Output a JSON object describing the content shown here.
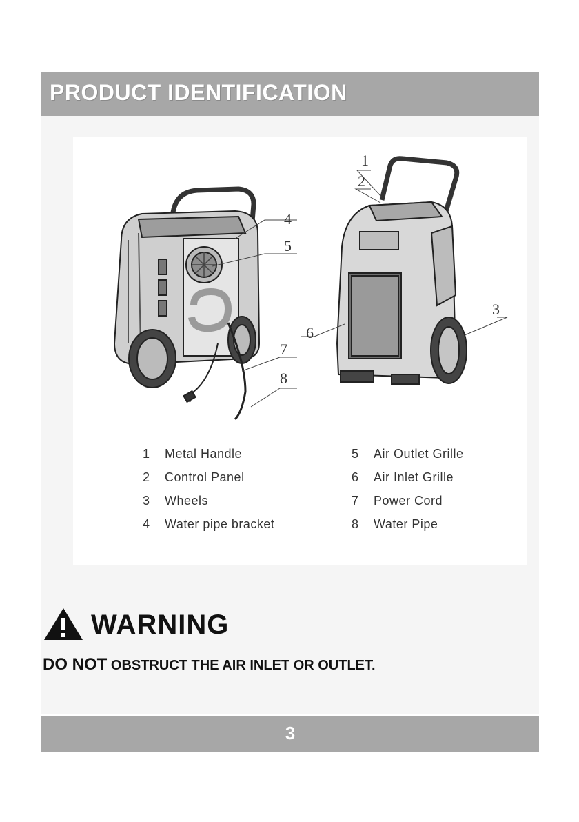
{
  "header": {
    "title": "PRODUCT IDENTIFICATION"
  },
  "figure": {
    "callouts": [
      "1",
      "2",
      "3",
      "4",
      "5",
      "6",
      "7",
      "8"
    ]
  },
  "legend": {
    "left": [
      {
        "num": "1",
        "label": "Metal Handle"
      },
      {
        "num": "2",
        "label": "Control Panel"
      },
      {
        "num": "3",
        "label": "Wheels"
      },
      {
        "num": "4",
        "label": "Water pipe bracket"
      }
    ],
    "right": [
      {
        "num": "5",
        "label": "Air Outlet Grille"
      },
      {
        "num": "6",
        "label": "Air Inlet Grille"
      },
      {
        "num": "7",
        "label": "Power Cord"
      },
      {
        "num": "8",
        "label": "Water Pipe"
      }
    ]
  },
  "warning": {
    "icon": "warning-triangle-icon",
    "title": "WARNING",
    "lead": "DO NOT",
    "text": " OBSTRUCT THE AIR INLET OR OUTLET."
  },
  "footer": {
    "page_number": "3"
  }
}
